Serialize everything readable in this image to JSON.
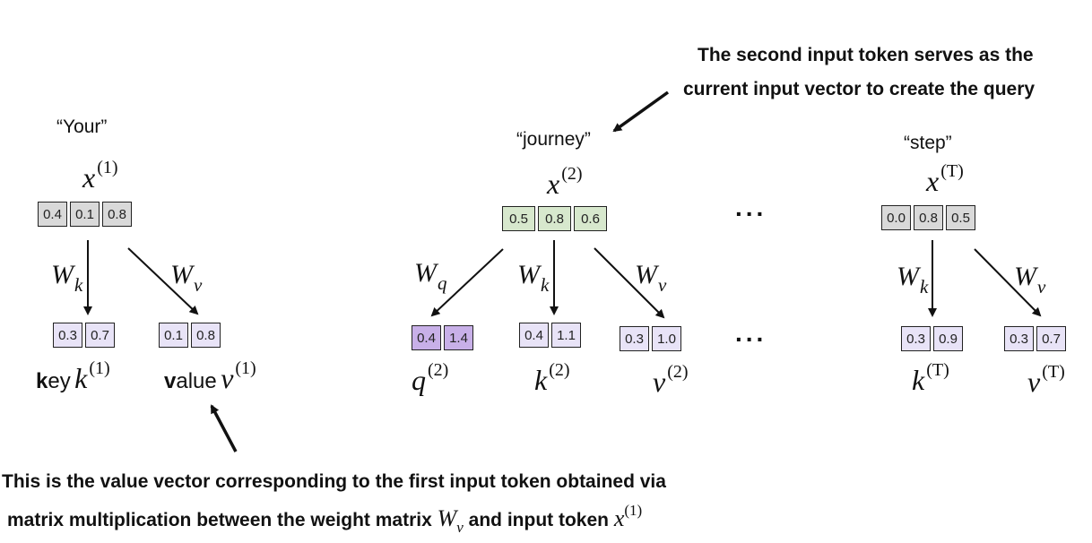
{
  "callouts": {
    "top_line1": "The second input token serves as the",
    "top_line2": "current input vector to create the query",
    "bottom_line1": "This is the value vector corresponding to the first input token obtained via",
    "bottom_line2_a": "matrix multiplication between the weight matrix",
    "bottom_line2_b": "and input token"
  },
  "ellipsis": "...",
  "tokens": [
    {
      "word": "“Your”",
      "x_base": "x",
      "x_sup": "(1)",
      "values": [
        "0.4",
        "0.1",
        "0.8"
      ]
    },
    {
      "word": "“journey”",
      "x_base": "x",
      "x_sup": "(2)",
      "values": [
        "0.5",
        "0.8",
        "0.6"
      ]
    },
    {
      "word": "“step”",
      "x_base": "x",
      "x_sup": "(T)",
      "values": [
        "0.0",
        "0.8",
        "0.5"
      ]
    }
  ],
  "weights": {
    "wk_base": "W",
    "wk_sub": "k",
    "wv_base": "W",
    "wv_sub": "v",
    "wq_base": "W",
    "wq_sub": "q"
  },
  "outputs": {
    "t1_key": {
      "values": [
        "0.3",
        "0.7"
      ],
      "word_bold": "k",
      "word_rest": "ey",
      "base": "k",
      "sup": "(1)"
    },
    "t1_value": {
      "values": [
        "0.1",
        "0.8"
      ],
      "word_bold": "v",
      "word_rest": "alue",
      "base": "v",
      "sup": "(1)"
    },
    "t2_query": {
      "values": [
        "0.4",
        "1.4"
      ],
      "base": "q",
      "sup": "(2)"
    },
    "t2_key": {
      "values": [
        "0.4",
        "1.1"
      ],
      "base": "k",
      "sup": "(2)"
    },
    "t2_value": {
      "values": [
        "0.3",
        "1.0"
      ],
      "base": "v",
      "sup": "(2)"
    },
    "tT_key": {
      "values": [
        "0.3",
        "0.9"
      ],
      "base": "k",
      "sup": "(T)"
    },
    "tT_value": {
      "values": [
        "0.3",
        "0.7"
      ],
      "base": "v",
      "sup": "(T)"
    }
  },
  "colors": {
    "input_gray": "#d9d9d9",
    "input_green": "#d7e8cd",
    "query_purple": "#c8b0e8",
    "kv_lavender": "#e8e3f7"
  }
}
